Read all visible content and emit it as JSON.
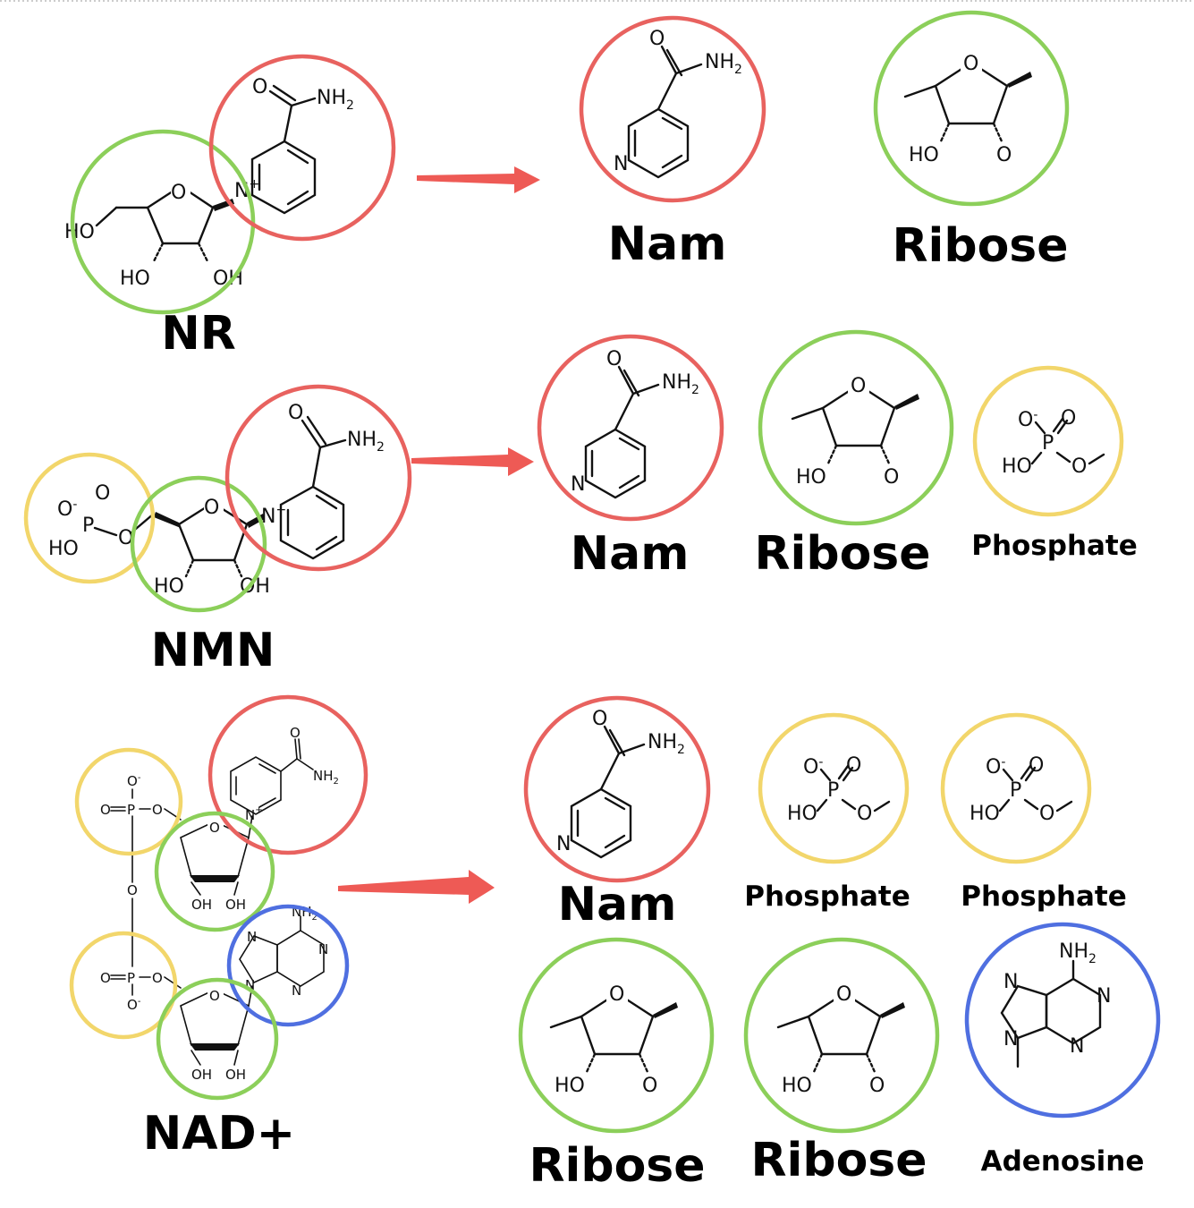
{
  "labels": {
    "nr": "NR",
    "nmn": "NMN",
    "nad": "NAD+",
    "nam": "Nam",
    "ribose": "Ribose",
    "phosphate": "Phosphate",
    "adenosine": "Adenosine"
  },
  "atoms": {
    "o": "O",
    "nh2": "NH",
    "sub2": "2",
    "n": "N",
    "nplus": "N",
    "plus": "+",
    "ho": "HO",
    "oh": "OH",
    "p": "P",
    "ominus": "O",
    "minus": "-"
  },
  "colors": {
    "nam": "#e8625f",
    "ribose": "#8ccf5a",
    "phosphate": "#f2d66b",
    "adenosine": "#4f6fe0",
    "arrow": "#ee5a55",
    "top_border": "#bbbbbb"
  }
}
